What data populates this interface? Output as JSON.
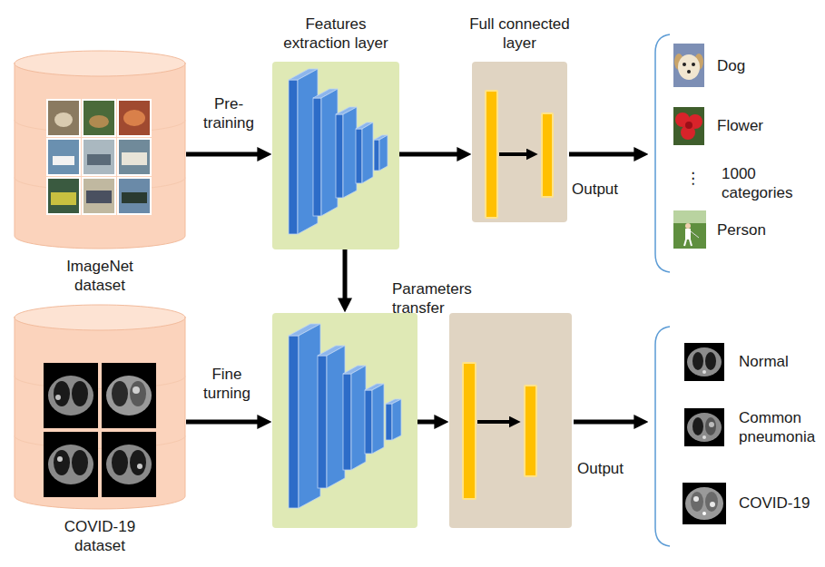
{
  "diagram": {
    "nodes": [
      {
        "text": [
          "ImageNet dataset"
        ]
      },
      {
        "text": [
          "Features extraction layer"
        ]
      },
      {
        "text": [
          "Full connected layer"
        ]
      },
      {
        "text": [
          "COVID-19 dataset"
        ]
      },
      {
        "text": []
      },
      {
        "text": []
      }
    ],
    "edges": [
      {
        "from": 0,
        "to": 1,
        "label": "Pre- training",
        "arrow": "to"
      },
      {
        "from": 1,
        "to": 2,
        "arrow": "to"
      },
      {
        "from": 1,
        "to": 4,
        "label": "Parameters transfer",
        "arrow": "to"
      },
      {
        "from": 3,
        "to": 4,
        "label": "Fine turning",
        "arrow": "to"
      },
      {
        "from": 4,
        "to": 5,
        "arrow": "to"
      }
    ],
    "labels": [
      "Output",
      "Dog",
      "Flower",
      "⋮",
      "1000 categories",
      "Person",
      "Output",
      "Normal",
      "Common pneumonia",
      "COVID-19"
    ]
  }
}
